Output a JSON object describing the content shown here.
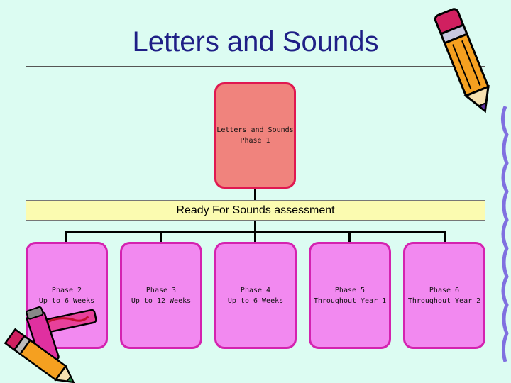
{
  "title": "Letters and Sounds",
  "top_box": {
    "line1": "Letters and Sounds",
    "line2": "Phase 1"
  },
  "banner": "Ready For Sounds assessment",
  "phases": [
    {
      "line1": "Phase 2",
      "line2": "Up to 6 Weeks"
    },
    {
      "line1": "Phase 3",
      "line2": "Up to 12 Weeks"
    },
    {
      "line1": "Phase 4",
      "line2": "Up to 6 Weeks"
    },
    {
      "line1": "Phase 5",
      "line2": "Throughout Year 1"
    },
    {
      "line1": "Phase 6",
      "line2": "Throughout Year 2"
    }
  ],
  "icons": {
    "top_right": "pencil-icon",
    "bottom_left": "pencils-icon"
  },
  "colors": {
    "background": "#dcfcf2",
    "title": "#1f1f86",
    "phase1_fill": "#f0837d",
    "phase1_border": "#e01850",
    "phase_fill": "#f289f0",
    "phase_border": "#d422b0",
    "banner_fill": "#fbfbb0"
  }
}
